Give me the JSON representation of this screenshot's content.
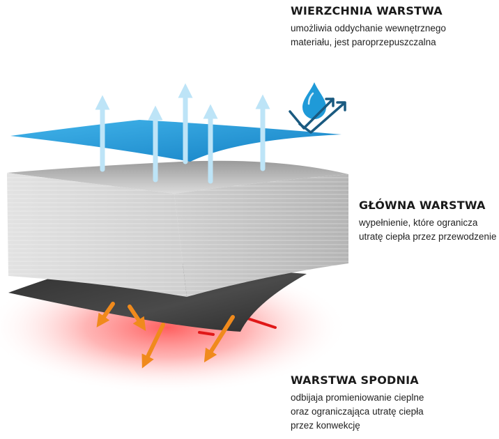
{
  "layers": {
    "top": {
      "title": "WIERZCHNIA WARSTWA",
      "lines": [
        "umożliwia oddychanie wewnętrznego",
        "materiału, jest paroprzepuszczalna"
      ]
    },
    "middle": {
      "title": "GŁÓWNA WARSTWA",
      "lines": [
        "wypełnienie, które ogranicza",
        "utratę ciepła przez przewodzenie"
      ]
    },
    "bottom": {
      "title": "WARSTWA SPODNIA",
      "lines": [
        "odbijaja promieniowanie cieplne",
        "oraz ograniczająca utratę ciepła",
        "przez konwekcję"
      ]
    }
  },
  "colors": {
    "top_layer": "#1e9ad6",
    "middle_layer": "#d6d6d6",
    "bottom_layer": "#3c3c3c",
    "vapor_arrows": "#bde4f7",
    "heat_arrows": "#f08a1c",
    "heat_glow": "#ff3b3b",
    "text": "#1a1a1a"
  },
  "icons": [
    "water-drop-icon",
    "breathable-check-icon",
    "vapor-arrow-icon",
    "heat-arrow-icon"
  ]
}
